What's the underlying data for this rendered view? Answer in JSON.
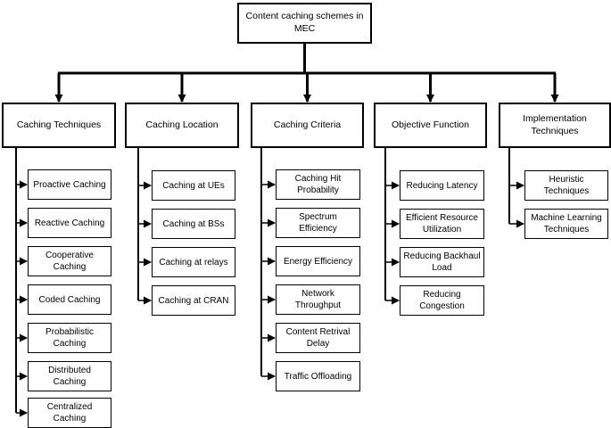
{
  "root": {
    "label": "Content caching schemes in MEC"
  },
  "categories": [
    {
      "label": "Caching Techniques",
      "items": [
        "Proactive Caching",
        "Reactive Caching",
        "Cooperative Caching",
        "Coded Caching",
        "Probabilistic Caching",
        "Distributed Caching",
        "Centralized Caching"
      ]
    },
    {
      "label": "Caching Location",
      "items": [
        "Caching at UEs",
        "Caching at BSs",
        "Caching at relays",
        "Caching at CRAN"
      ]
    },
    {
      "label": "Caching Criteria",
      "items": [
        "Caching Hit Probability",
        "Spectrum Efficiency",
        "Energy Efficiency",
        "Network Throughput",
        "Content Retrival Delay",
        "Traffic Offloading"
      ]
    },
    {
      "label": "Objective Function",
      "items": [
        "Reducing Latency",
        "Efficient Resource Utilization",
        "Reducing Backhaul Load",
        "Reducing Congestion"
      ]
    },
    {
      "label": "Implementation Techniques",
      "items": [
        "Heuristic Techniques",
        "Machine Learning Techniques"
      ]
    }
  ]
}
